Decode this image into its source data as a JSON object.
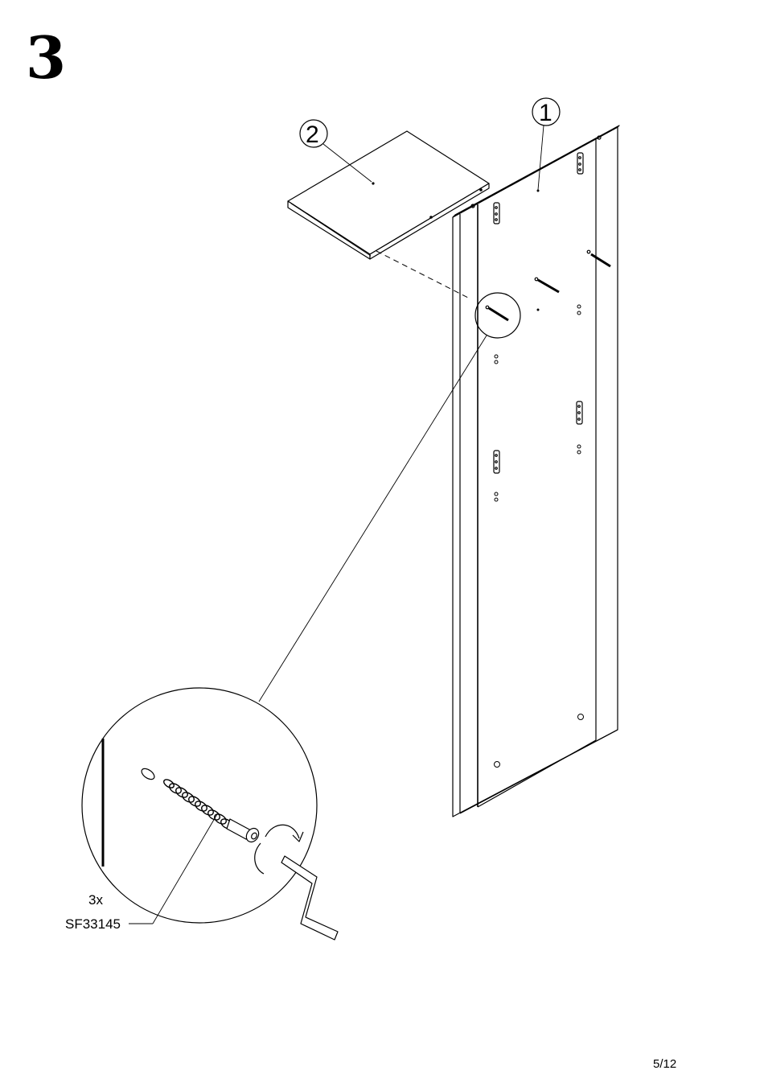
{
  "step": {
    "number": "3"
  },
  "callouts": {
    "part1": "1",
    "part2": "2"
  },
  "fastener": {
    "quantity": "3x",
    "code": "SF33145"
  },
  "footer": {
    "page": "5/12"
  }
}
